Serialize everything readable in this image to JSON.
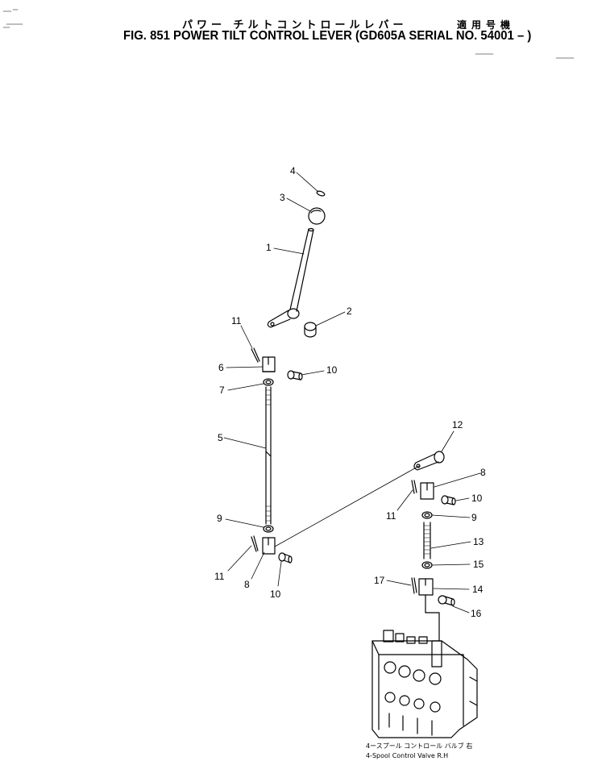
{
  "title": {
    "jp": "パワー チルトコントロールレバー",
    "jp_applicability": "適用号機",
    "en": "FIG. 851  POWER TILT CONTROL LEVER (GD605A SERIAL NO. 54001 – )"
  },
  "labels": {
    "l4": "4",
    "l3": "3",
    "l1": "1",
    "l2": "2",
    "l11a": "11",
    "l6": "6",
    "l10a": "10",
    "l7": "7",
    "l5": "5",
    "l9a": "9",
    "l11b": "11",
    "l8a": "8",
    "l10b": "10",
    "l12": "12",
    "l8b": "8",
    "l10c": "10",
    "l11c": "11",
    "l9b": "9",
    "l13": "13",
    "l15": "15",
    "l17": "17",
    "l14": "14",
    "l16": "16"
  },
  "caption": {
    "jp": "4ースプール コントロール バルブ 右",
    "en": "4-Spool Control Valve R.H"
  }
}
